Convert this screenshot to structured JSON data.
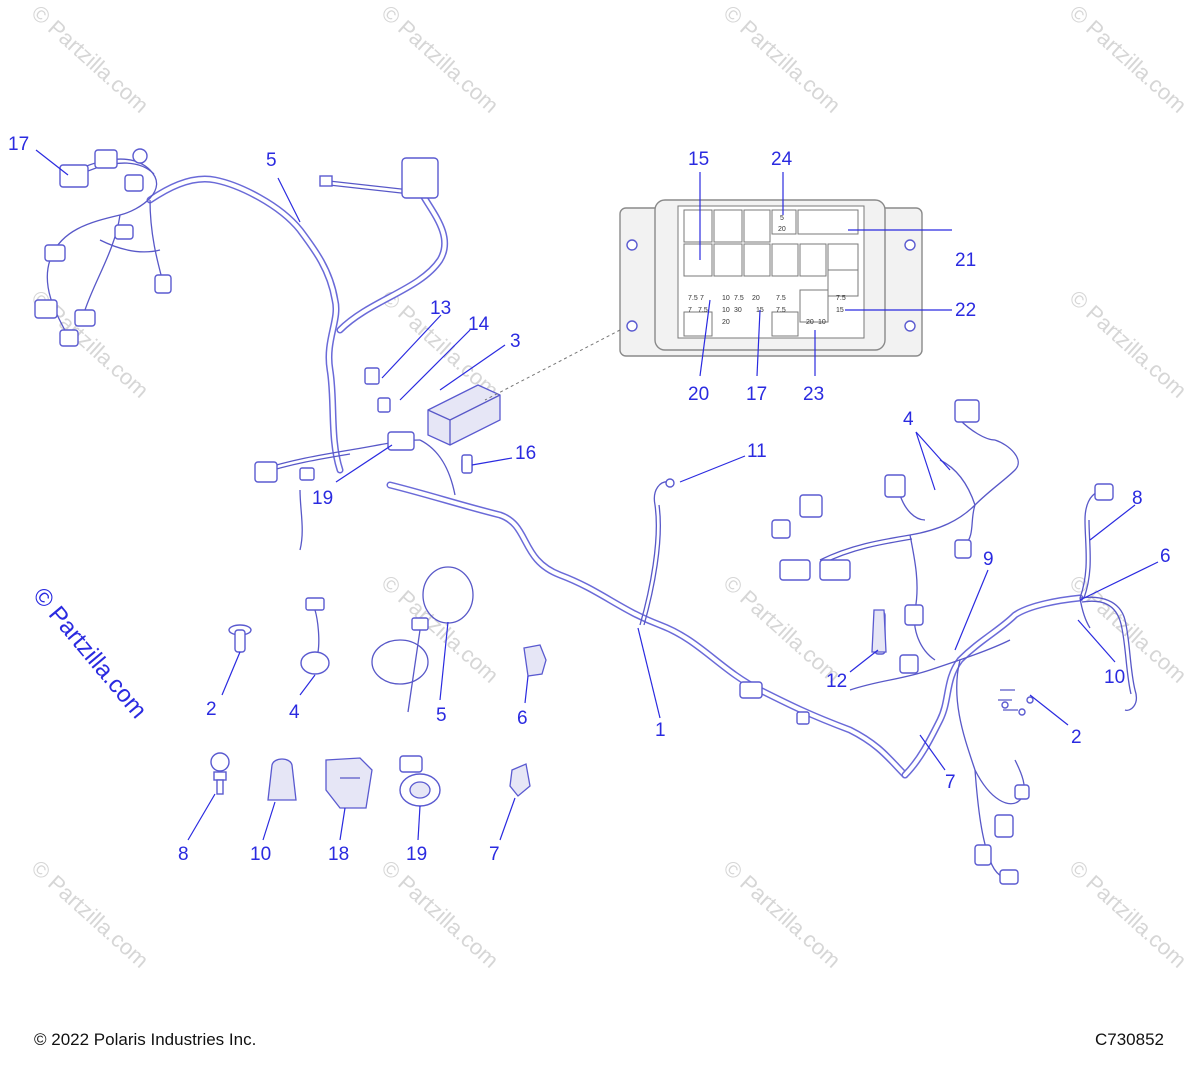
{
  "watermark_text": "© Partzilla.com",
  "brand_text": "© Partzilla.com",
  "footer": {
    "copyright": "© 2022 Polaris Industries Inc.",
    "diagram_code": "C730852"
  },
  "callouts": {
    "harness_main": "1",
    "clip_push": "2",
    "clip_push_b": "2",
    "fuse_box": "3",
    "clip_ring": "4",
    "clip_ring_b": "4",
    "tie_strap": "5",
    "tie_strap_b": "5",
    "clip_edge": "6",
    "clip_edge_b": "6",
    "clip_fir": "7",
    "clip_fir_b": "7",
    "stud_clip": "8",
    "stud_clip_b": "8",
    "harness_rear": "9",
    "cap": "10",
    "cap_b": "10",
    "ground": "11",
    "boot": "12",
    "bracket_13": "13",
    "bracket_14": "14",
    "stud_16": "16",
    "harness_front": "17",
    "fuse_17": "17",
    "holder_18": "18",
    "holder_19": "19",
    "holder_19_b": "19",
    "fuse_15": "15",
    "fuse_20": "20",
    "relay_21": "21",
    "fuse_22": "22",
    "fuse_23": "23",
    "fuse_24": "24"
  },
  "fuse_labels": [
    "5",
    "20",
    "7.5",
    "7",
    "10",
    "7.5",
    "7",
    "7.5",
    "10",
    "20",
    "7.5",
    "7.5",
    "30",
    "15",
    "7.5",
    "20",
    "20",
    "15",
    "10"
  ],
  "colors": {
    "callout": "#2a2ae0",
    "line_art": "#5a5ad0",
    "watermark": "#d6d6d6"
  }
}
